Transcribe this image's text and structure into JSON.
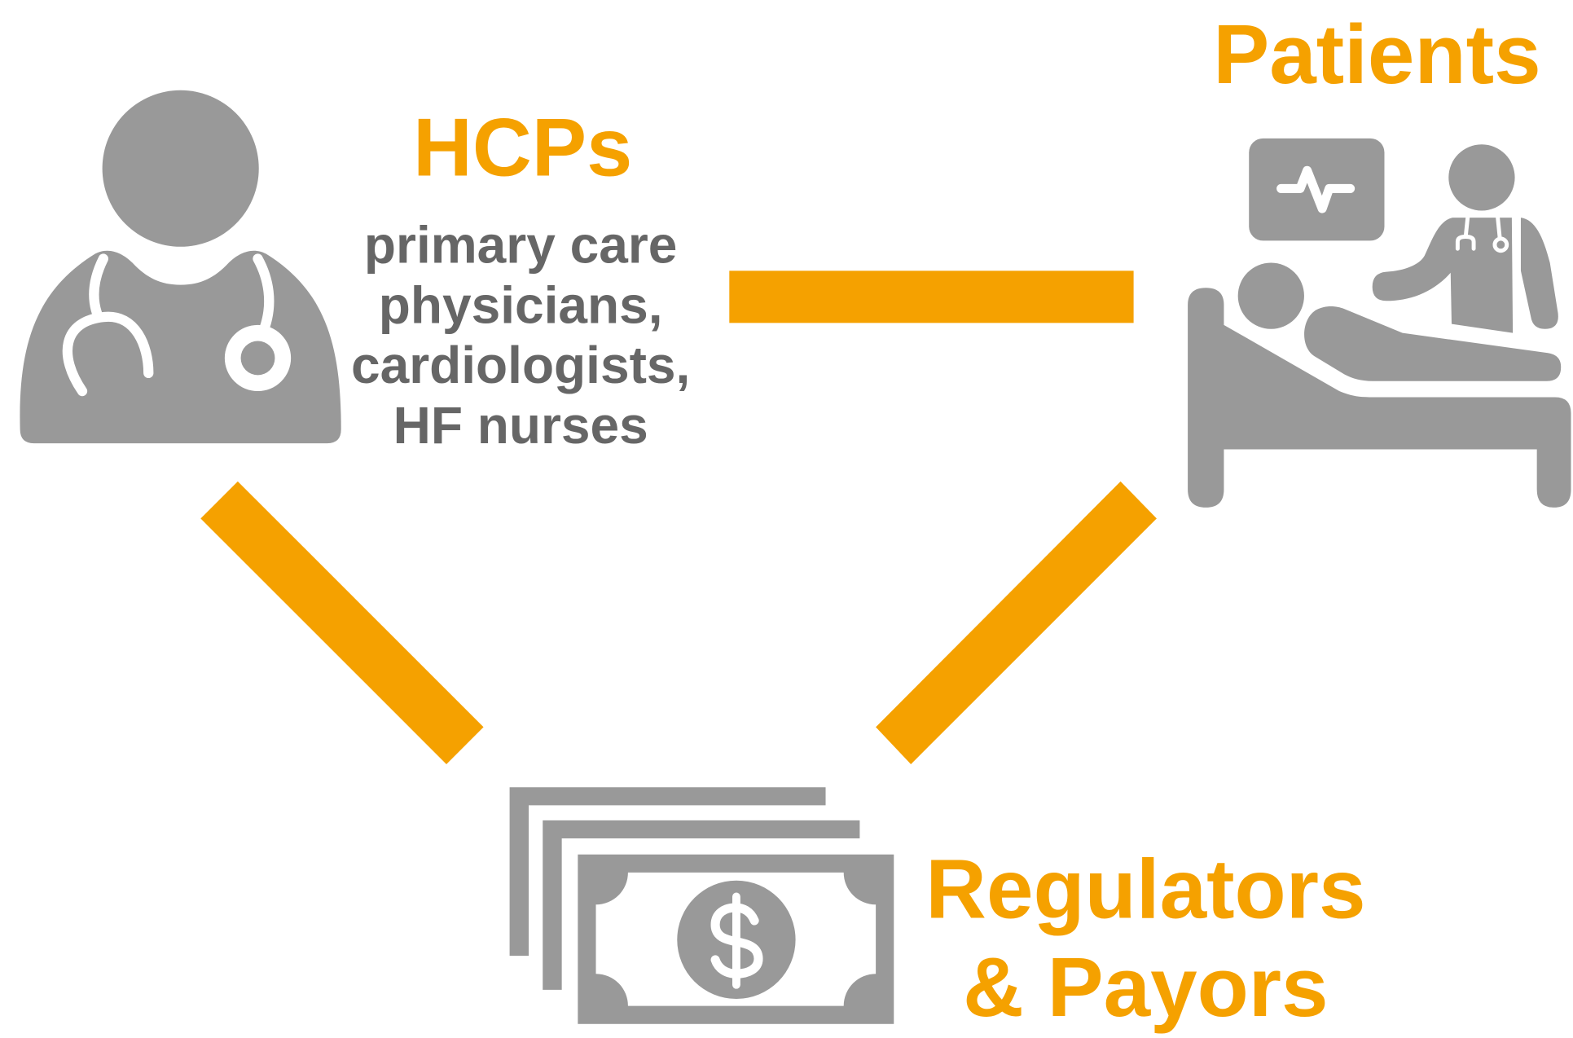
{
  "colors": {
    "accent": "#F5A100",
    "icon": "#999999",
    "text": "#666666",
    "background": "#FFFFFF"
  },
  "hcps": {
    "title": "HCPs",
    "description_lines": [
      "primary care",
      "physicians,",
      "cardiologists,",
      "HF nurses"
    ],
    "icon": "doctor-stethoscope-icon"
  },
  "patients": {
    "title": "Patients",
    "icon": "patient-hospital-bed-icon",
    "sub_icons": [
      "heart-monitor-icon",
      "nurse-icon"
    ]
  },
  "regulators_payors": {
    "title_lines": [
      "Regulators",
      "& Payors"
    ],
    "icon": "money-bills-icon",
    "sub_icons": [
      "dollar-icon"
    ]
  }
}
